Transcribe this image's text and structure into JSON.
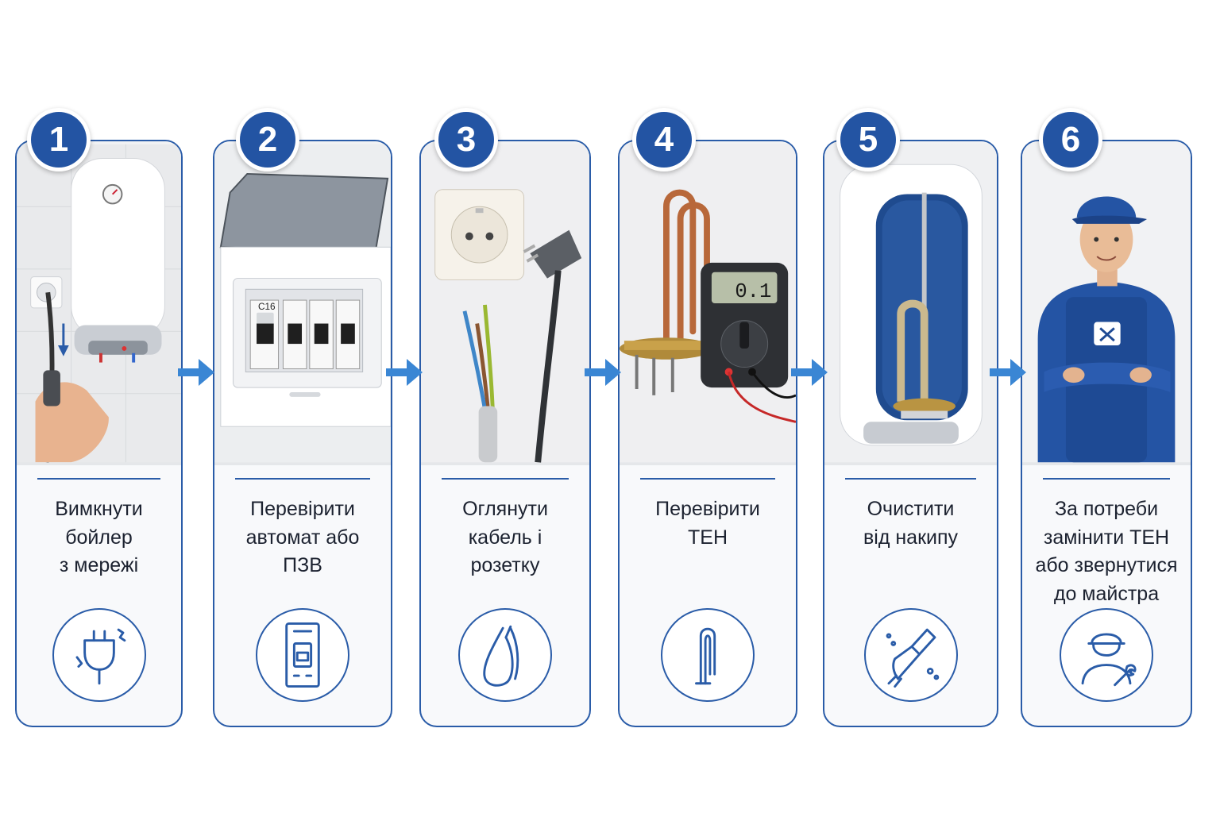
{
  "steps": [
    {
      "number": "1",
      "lines": [
        "Вимкнути",
        "бойлер",
        "з мережі"
      ],
      "icon": "unplug-icon"
    },
    {
      "number": "2",
      "lines": [
        "Перевірити",
        "автомат або",
        "ПЗВ"
      ],
      "icon": "circuit-breaker-icon"
    },
    {
      "number": "3",
      "lines": [
        "Оглянути",
        "кабель і",
        "розетку"
      ],
      "icon": "cable-icon"
    },
    {
      "number": "4",
      "lines": [
        "Перевірити",
        "ТЕН"
      ],
      "icon": "heating-element-icon"
    },
    {
      "number": "5",
      "lines": [
        "Очистити",
        "від накипу"
      ],
      "icon": "brush-icon"
    },
    {
      "number": "6",
      "lines": [
        "За потреби",
        "замінити ТЕН",
        "або звернутися",
        "до майстра"
      ],
      "icon": "technician-icon"
    }
  ],
  "photo_labels": {
    "breaker_rating": "C16",
    "multimeter_reading": "0.1"
  },
  "colors": {
    "accent": "#2354a3",
    "border": "#2a5ca8",
    "arrow": "#3a86d4",
    "text": "#1c2230"
  }
}
